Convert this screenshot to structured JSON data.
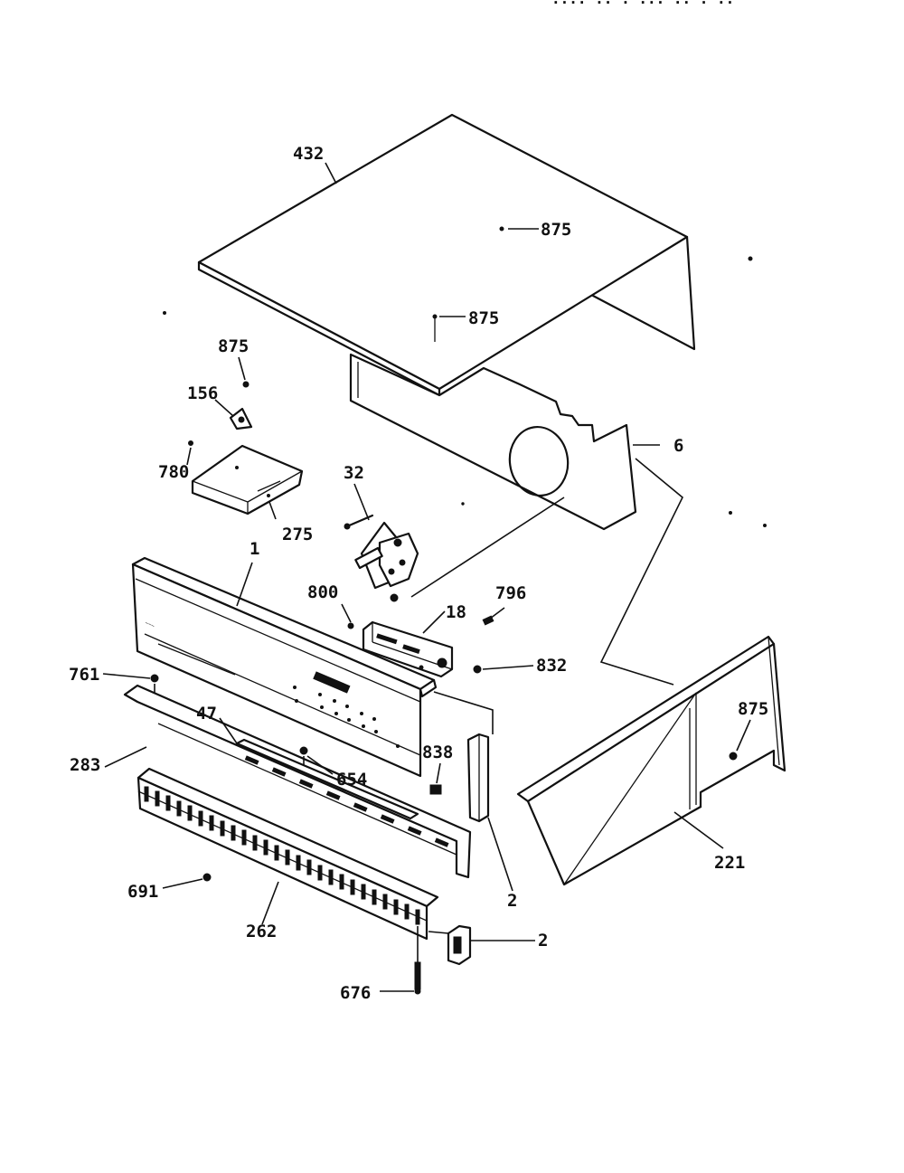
{
  "header": {
    "text": "···· ·· · ··· ·· · ··"
  },
  "callouts": {
    "c432": "432",
    "c875a": "875",
    "c875b": "875",
    "c875c": "875",
    "c875d": "875",
    "c156": "156",
    "c780": "780",
    "c275": "275",
    "c6": "6",
    "c32": "32",
    "c1": "1",
    "c800": "800",
    "c18": "18",
    "c796": "796",
    "c832": "832",
    "c761": "761",
    "c47": "47",
    "c283": "283",
    "c654": "654",
    "c838": "838",
    "c691": "691",
    "c262": "262",
    "c2a": "2",
    "c2b": "2",
    "c676": "676",
    "c221": "221"
  }
}
